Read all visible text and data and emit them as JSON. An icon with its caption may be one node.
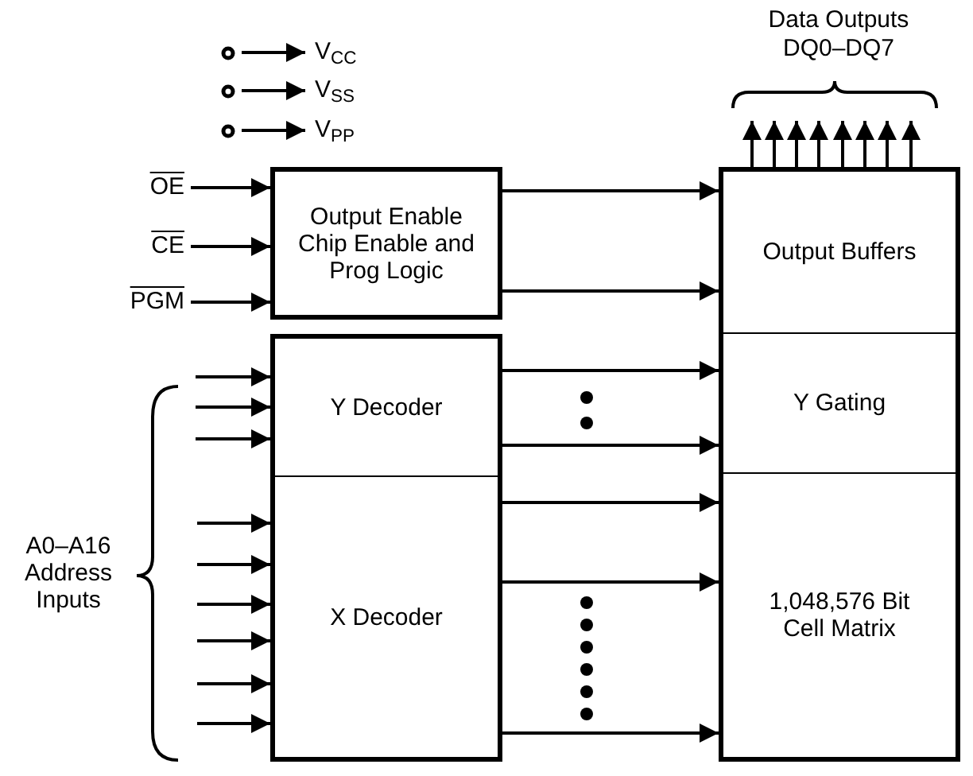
{
  "diagram": {
    "nodes": [
      {
        "text": [],
        "shape": "circle"
      },
      {
        "text": [
          "V$_{CC}$"
        ]
      },
      {
        "text": [],
        "shape": "circle"
      },
      {
        "text": [
          "V$_{SS}$"
        ]
      },
      {
        "text": [],
        "shape": "circle"
      },
      {
        "text": [
          "V$_{PP}$"
        ]
      },
      {
        "text": [
          "Data Outputs DQ0–DQ7"
        ]
      },
      {
        "text": [
          "OE"
        ]
      },
      {
        "text": [
          "CE"
        ]
      },
      {
        "text": [
          "PGM"
        ]
      },
      {
        "text": [
          "Output Enable Chip Enable and Prog Logic"
        ]
      },
      {
        "text": [
          "Output Buffers"
        ]
      },
      {
        "text": [
          "Y Decoder"
        ]
      },
      {
        "text": [
          "Y Gating"
        ]
      },
      {
        "text": [
          "X Decoder"
        ]
      },
      {
        "text": [
          "1,048,576 Bit Cell Matrix"
        ]
      }
    ],
    "edges": [
      {
        "from": 0,
        "to": 1,
        "arrow": "to"
      },
      {
        "from": 2,
        "to": 3,
        "arrow": "to"
      },
      {
        "from": 4,
        "to": 5,
        "arrow": "to"
      },
      {
        "from": 11,
        "to": 6,
        "arrow": "to"
      },
      {
        "from": 11,
        "to": 6,
        "arrow": "to"
      },
      {
        "from": 11,
        "to": 6,
        "arrow": "to"
      },
      {
        "from": 11,
        "to": 6,
        "arrow": "to"
      },
      {
        "from": 11,
        "to": 6,
        "arrow": "to"
      },
      {
        "from": 11,
        "to": 6,
        "arrow": "to"
      },
      {
        "from": 11,
        "to": 6,
        "arrow": "to"
      },
      {
        "from": 11,
        "to": 6,
        "arrow": "to"
      },
      {
        "from": 7,
        "to": 10,
        "arrow": "to"
      },
      {
        "from": 8,
        "to": 10,
        "arrow": "to"
      },
      {
        "from": 9,
        "to": 10,
        "arrow": "to"
      },
      {
        "from": 10,
        "to": 11,
        "arrow": "to"
      },
      {
        "from": 10,
        "to": 11,
        "arrow": "to"
      },
      {
        "from": null,
        "to": 12,
        "arrow": "to"
      },
      {
        "from": null,
        "to": 12,
        "arrow": "to"
      },
      {
        "from": null,
        "to": 12,
        "arrow": "to"
      },
      {
        "from": null,
        "to": 14,
        "arrow": "to"
      },
      {
        "from": null,
        "to": 14,
        "arrow": "to"
      },
      {
        "from": null,
        "to": 14,
        "arrow": "to"
      },
      {
        "from": null,
        "to": 14,
        "arrow": "to"
      },
      {
        "from": null,
        "to": 14,
        "arrow": "to"
      },
      {
        "from": null,
        "to": 14,
        "arrow": "to"
      },
      {
        "from": 12,
        "to": 13,
        "arrow": "to"
      },
      {
        "from": 12,
        "to": 13,
        "arrow": "to"
      },
      {
        "from": 14,
        "to": 15,
        "arrow": "to"
      },
      {
        "from": 14,
        "to": 15,
        "arrow": "to"
      },
      {
        "from": 14,
        "to": 15,
        "arrow": "to"
      }
    ],
    "labels": [
      "A0–A16 Address Inputs"
    ]
  }
}
